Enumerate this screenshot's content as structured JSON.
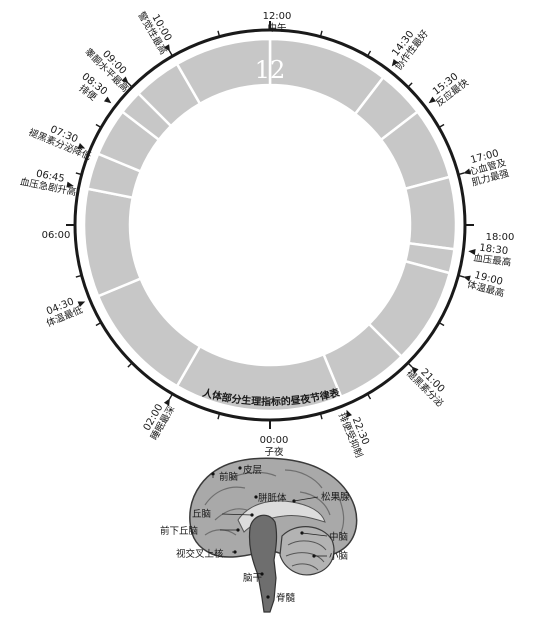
{
  "center_mark": "12",
  "caption": "人体部分生理指标的昼夜节律表",
  "hour_labels": [
    {
      "time": "12:00",
      "note": "中午"
    },
    {
      "time": "18:00",
      "note": ""
    },
    {
      "time": "00:00",
      "note": "子夜"
    },
    {
      "time": "06:00",
      "note": ""
    }
  ],
  "events": [
    {
      "time": "14:30",
      "note": "协作性最好",
      "hour": 14.5
    },
    {
      "time": "15:30",
      "note": "反应最快",
      "hour": 15.5
    },
    {
      "time": "17:00",
      "note": "心血管及",
      "note2": "肌力最强",
      "hour": 17.0
    },
    {
      "time": "18:30",
      "note": "血压最高",
      "hour": 18.5
    },
    {
      "time": "19:00",
      "note": "体温最高",
      "hour": 19.0
    },
    {
      "time": "21:00",
      "note": "褪黑素分泌",
      "hour": 21.0
    },
    {
      "time": "22:30",
      "note": "排便受抑制",
      "hour": 22.5
    },
    {
      "time": "02:00",
      "note": "睡眠最深",
      "hour": 2.0
    },
    {
      "time": "04:30",
      "note": "体温最低",
      "hour": 4.5
    },
    {
      "time": "06:45",
      "note": "血压急剧升高",
      "hour": 6.75
    },
    {
      "time": "07:30",
      "note": "褪黑素分泌降低",
      "hour": 7.5
    },
    {
      "time": "08:30",
      "note": "排便",
      "hour": 8.5
    },
    {
      "time": "09:00",
      "note": "睾酮水平最高",
      "hour": 9.0
    },
    {
      "time": "10:00",
      "note": "警觉性最高",
      "hour": 10.0
    }
  ],
  "brain_labels": {
    "frontal": "前脑",
    "cortex": "皮层",
    "corpus": "胼胝体",
    "pineal": "松果腺",
    "thalamus": "丘脑",
    "hypothalamus": "前下丘脑",
    "scn": "视交叉上核",
    "midbrain": "中脑",
    "cerebellum": "小脑",
    "brainstem": "脑干",
    "spinal": "脊髓"
  }
}
